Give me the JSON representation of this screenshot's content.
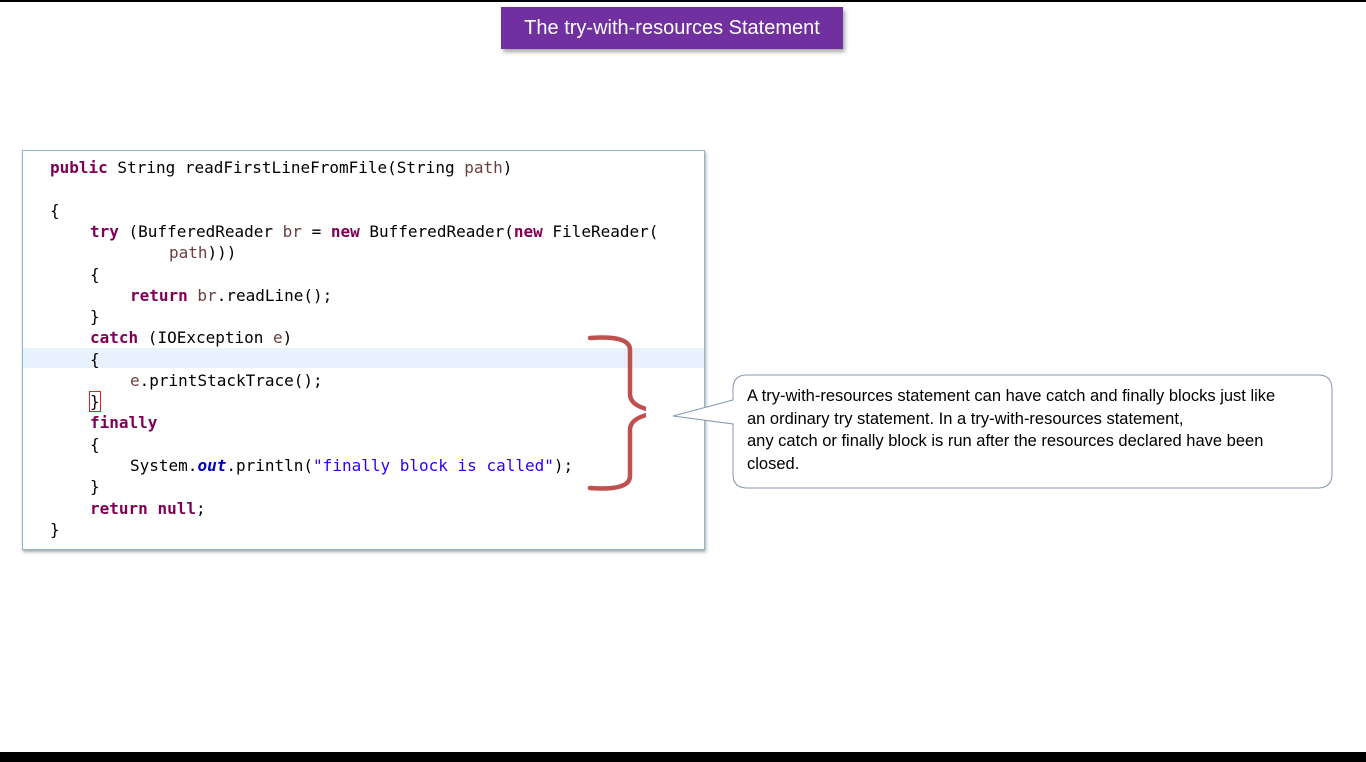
{
  "title": "The try-with-resources Statement",
  "code": {
    "line1": {
      "kw": "public",
      "rest": " String readFirstLineFromFile(String ",
      "var": "path",
      "end": ")"
    },
    "line2": "{",
    "line3": {
      "kw_try": "try",
      "a": " (BufferedReader ",
      "var_br": "br",
      "b": " = ",
      "kw_new1": "new",
      "c": " BufferedReader(",
      "kw_new2": "new",
      "d": " FileReader("
    },
    "line4": {
      "var": "path",
      "end": ")))"
    },
    "line5": "{",
    "line6": {
      "kw": "return",
      "var": " br",
      "rest": ".readLine();"
    },
    "line7": "}",
    "line8": {
      "kw": "catch",
      "rest": " (IOException ",
      "var": "e",
      "end": ")"
    },
    "line9": "{",
    "line10": {
      "var": "e",
      "rest": ".printStackTrace();"
    },
    "line11": "}",
    "line12": {
      "kw": "finally"
    },
    "line13": "{",
    "line14": {
      "a": "System.",
      "field": "out",
      "b": ".println(",
      "str": "\"finally block is called\"",
      "c": ");"
    },
    "line15": "}",
    "line16": {
      "kw": "return",
      "sp": " ",
      "kw_null": "null",
      "end": ";"
    },
    "line17": "}"
  },
  "callout": {
    "line1": "A try-with-resources statement can have catch and finally blocks just like",
    "line2": "an ordinary try statement. In a try-with-resources statement,",
    "line3": "any catch or finally block is run after the resources declared have been",
    "line4": "closed."
  },
  "colors": {
    "title_bg": "#7030a0",
    "brace": "#c0504d",
    "keyword": "#7f0055",
    "string": "#2a00ff",
    "field": "#0000c0",
    "variable": "#6a3e3e",
    "callout_border": "#8496b0"
  }
}
